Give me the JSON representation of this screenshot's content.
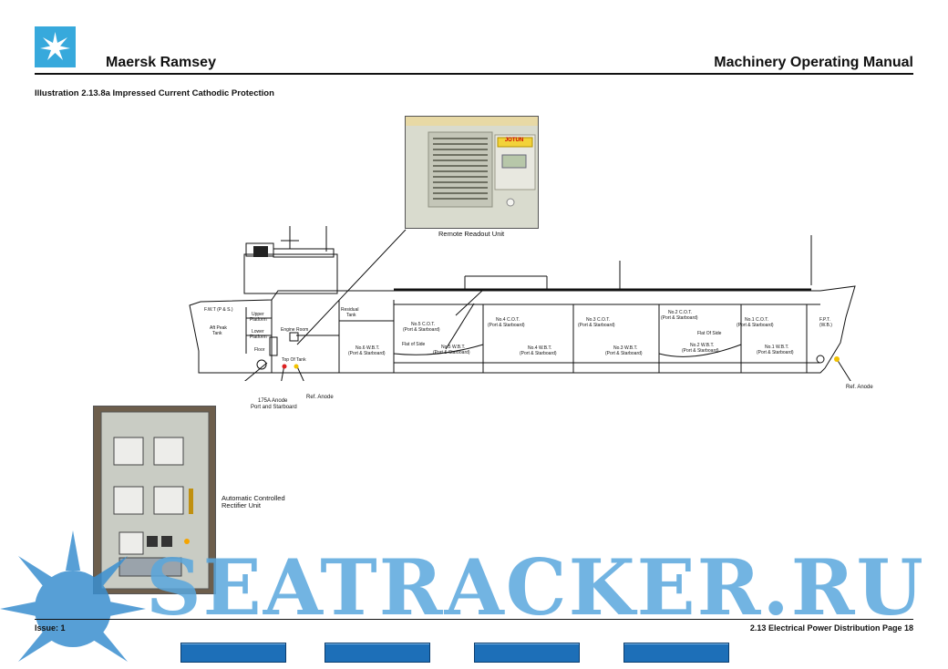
{
  "header": {
    "ship_name": "Maersk Ramsey",
    "manual_title": "Machinery Operating Manual"
  },
  "illustration": {
    "caption": "Illustration 2.13.8a Impressed Current Cathodic Protection"
  },
  "photos": {
    "remote_label": "Remote Readout Unit",
    "remote_brand": "JOTUN",
    "rectifier_label_line1": "Automatic Controlled",
    "rectifier_label_line2": "Rectifier Unit"
  },
  "ship_labels": {
    "fwt": "F.W.T (P & S.)",
    "aft_peak_1": "Aft Peak",
    "aft_peak_2": "Tank",
    "upper_platform_1": "Upper",
    "upper_platform_2": "Platform",
    "lower_platform_1": "Lower",
    "lower_platform_2": "Platform",
    "floor": "Floor",
    "engine_room": "Engine Room",
    "residual_1": "Residual",
    "residual_2": "Tank",
    "top_of_tank": "Top Of Tank",
    "no5_cot_1": "No.5 C.O.T.",
    "no5_cot_2": "(Port & Starboard)",
    "no4_cot_1": "No.4 C.O.T.",
    "no4_cot_2": "(Port & Starboard)",
    "no3_cot_1": "No.3 C.O.T.",
    "no3_cot_2": "(Port & Starboard)",
    "no2_cot_1": "No.2 C.O.T.",
    "no2_cot_2": "(Port & Starboard)",
    "no1_cot_1": "No.1 C.O.T.",
    "no1_cot_2": "(Port & Starboard)",
    "flat_of_side_aft": "Flat of Side",
    "flat_of_side_fwd": "Flat Of Side",
    "no6_wbt_1": "No.6 W.B.T.",
    "no6_wbt_2": "(Port & Starboard)",
    "no5_wbt_1": "No.5 W.B.T.",
    "no5_wbt_2": "(Port & Starboard)",
    "no4_wbt_1": "No.4 W.B.T.",
    "no4_wbt_2": "(Port & Starboard)",
    "no3_wbt_1": "No.3 W.B.T.",
    "no3_wbt_2": "(Port & Starboard)",
    "no2_wbt_1": "No.2 W.B.T.",
    "no2_wbt_2": "(Port & Starboard)",
    "no1_wbt_1": "No.1 W.B.T.",
    "no1_wbt_2": "(Port & Starboard)",
    "fpt_1": "F.P.T.",
    "fpt_2": "(W.B.)",
    "anode_175_1": "175A Anode",
    "anode_175_2": "Port and Starboard",
    "ref_anode_aft": "Ref. Anode",
    "ref_anode_fwd": "Ref. Anode"
  },
  "footer": {
    "issue": "Issue: 1",
    "page_ref": "2.13 Electrical Power Distribution Page 18"
  },
  "watermark": {
    "text": "SEATRACKER.RU"
  },
  "colors": {
    "brand": "#37a9dc",
    "watermark": "#3a8fd0",
    "nav_button": "#1d6fb8"
  }
}
